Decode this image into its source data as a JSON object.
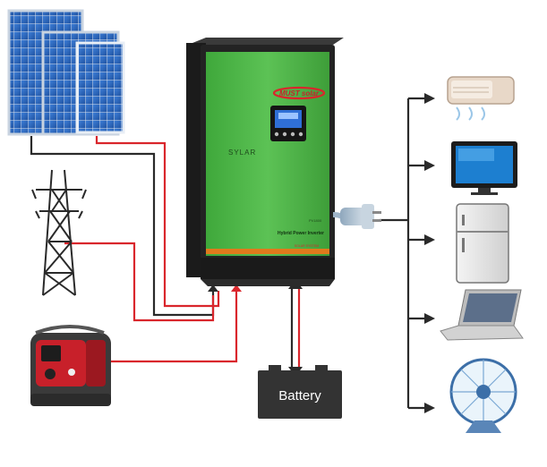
{
  "brand": {
    "logo_text": "MUST solar",
    "product_name": "SYLAR",
    "model_code": "PV1800",
    "subtitle": "Hybrid Power Inverter",
    "series_tag": "SOLAR SYSTEM"
  },
  "battery": {
    "label": "Battery"
  },
  "loads": [
    {
      "icon": "air-conditioner-icon"
    },
    {
      "icon": "television-icon"
    },
    {
      "icon": "refrigerator-icon"
    },
    {
      "icon": "laptop-icon"
    },
    {
      "icon": "fan-icon"
    }
  ],
  "sources": [
    {
      "icon": "solar-panel-icon"
    },
    {
      "icon": "power-grid-tower-icon"
    },
    {
      "icon": "generator-icon"
    }
  ],
  "colors": {
    "inverter_green": "#4db848",
    "inverter_body": "#232323",
    "wire_red": "#d9262c",
    "wire_black": "#2a2a2a",
    "panel_blue": "#2a5fb0",
    "battery_body": "#333333"
  }
}
